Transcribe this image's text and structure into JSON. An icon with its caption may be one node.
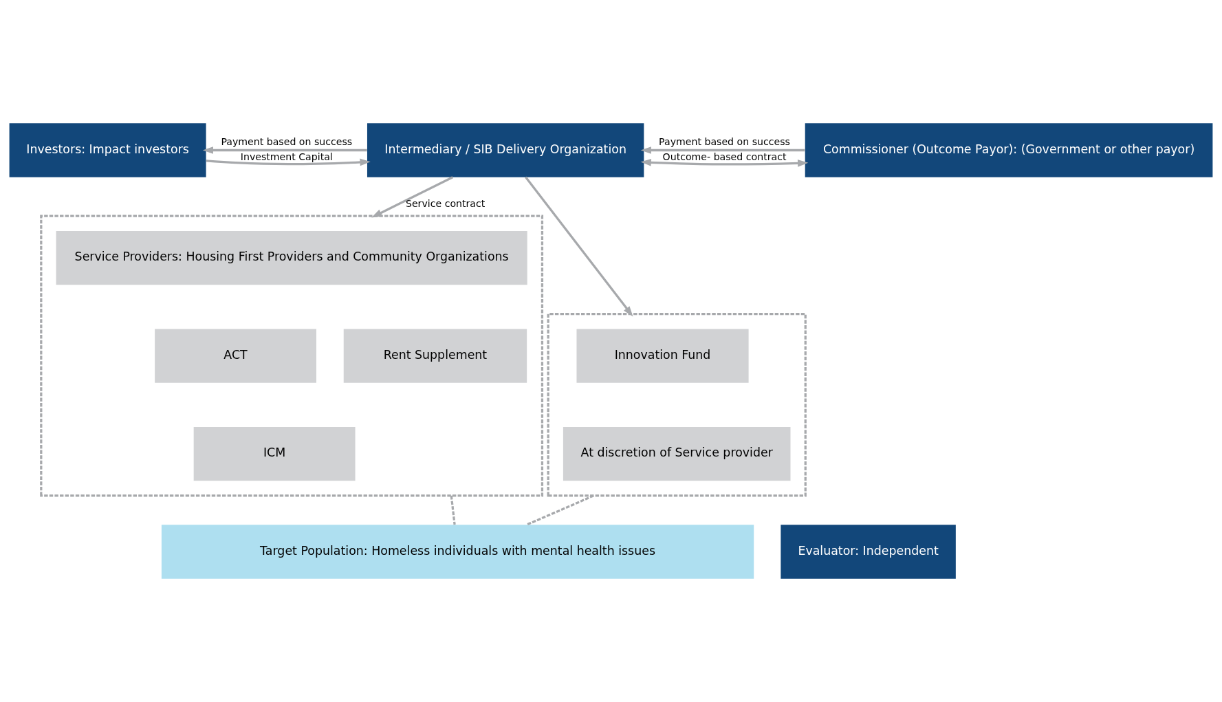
{
  "diagram": {
    "nodes": [
      {
        "text": [
          "Investors: Impact investors"
        ]
      },
      {
        "text": [
          "Intermediary / SIB Delivery Organization"
        ]
      },
      {
        "text": [
          "Commissioner (Outcome Payor): (Government or other payor)"
        ]
      },
      {
        "text": [],
        "shape": "box"
      },
      {
        "text": [
          "Service Providers: Housing First Providers and Community Organizations"
        ],
        "in": 3
      },
      {
        "text": [
          "ACT"
        ],
        "in": 3
      },
      {
        "text": [
          "ICM"
        ],
        "in": 3
      },
      {
        "text": [
          "Rent Supplement"
        ],
        "in": 3
      },
      {
        "text": [],
        "shape": "box"
      },
      {
        "text": [
          "Innovation Fund"
        ],
        "in": 8
      },
      {
        "text": [
          "At discretion of Service provider"
        ],
        "in": 8
      },
      {
        "text": [
          "Target Population: Homeless individuals with mental health issues"
        ]
      },
      {
        "text": [
          "Evaluator: Independent"
        ]
      }
    ],
    "edges": [
      {
        "from": 0,
        "to": 1,
        "arrow": "to",
        "label": "Investment Capital"
      },
      {
        "from": 1,
        "to": 0,
        "arrow": "to",
        "label": "Payment based on success"
      },
      {
        "from": 2,
        "to": 1,
        "arrow": "to",
        "label": "Payment based on success"
      },
      {
        "from": 1,
        "to": 2,
        "arrow": "both",
        "label": "Outcome- based contract"
      },
      {
        "from": 1,
        "to": 3,
        "arrow": "to",
        "label": "Service contract"
      },
      {
        "from": 1,
        "to": 8,
        "arrow": "to"
      },
      {
        "from": 3,
        "to": 11,
        "arrow": "none",
        "style": "dashed"
      },
      {
        "from": 8,
        "to": 11,
        "arrow": "none",
        "style": "dashed"
      }
    ]
  }
}
